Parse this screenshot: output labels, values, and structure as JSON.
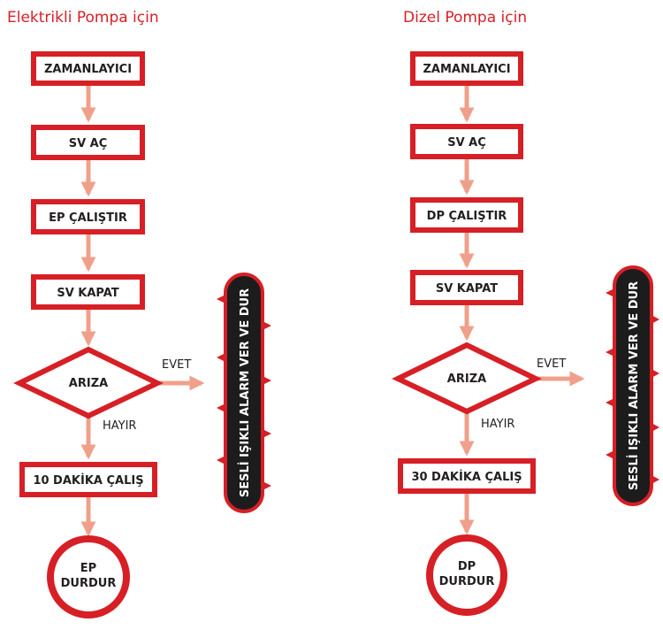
{
  "colors": {
    "red": "#d71f26",
    "arrow": "#f0a08a",
    "text": "#231f20",
    "alarm_fill": "#1c1c1c",
    "white": "#ffffff"
  },
  "left": {
    "title": "Elektrikli Pompa için",
    "steps": [
      "ZAMANLAYICI",
      "SV AÇ",
      "EP ÇALIŞTIR",
      "SV KAPAT"
    ],
    "decision": "ARIZA",
    "yes_label": "EVET",
    "no_label": "HAYIR",
    "run_step": "10 DAKİKA ÇALIŞ",
    "end_line1": "EP",
    "end_line2": "DURDUR",
    "alarm": "SESLİ IŞIKLI ALARM VER VE DUR"
  },
  "right": {
    "title": "Dizel Pompa için",
    "steps": [
      "ZAMANLAYICI",
      "SV AÇ",
      "DP ÇALIŞTIR",
      "SV KAPAT"
    ],
    "decision": "ARIZA",
    "yes_label": "EVET",
    "no_label": "HAYIR",
    "run_step": "30 DAKİKA ÇALIŞ",
    "end_line1": "DP",
    "end_line2": "DURDUR",
    "alarm": "SESLİ IŞIKLI ALARM VER VE DUR"
  }
}
